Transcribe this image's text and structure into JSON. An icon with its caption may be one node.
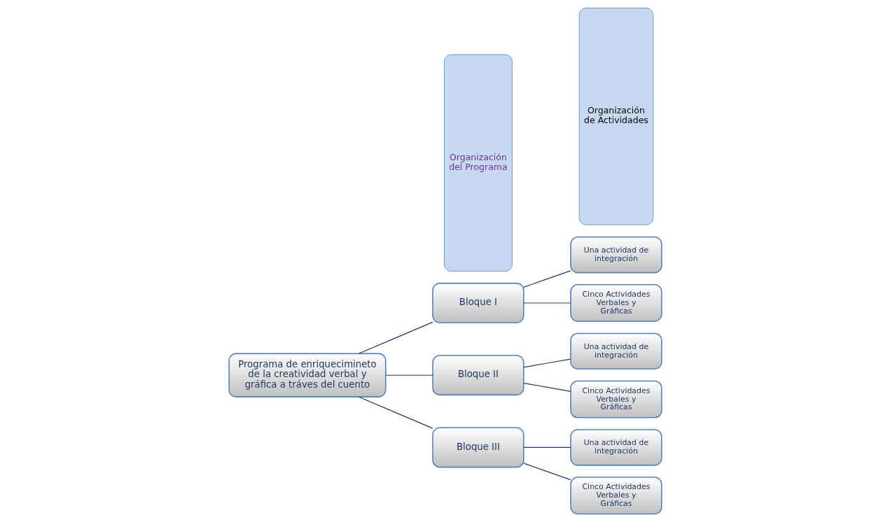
{
  "diagram": {
    "nodes": [
      {
        "text": [
          "Programa de enriquecimineto de la creatividad verbal y gráfica a tráves del cuento"
        ]
      },
      {
        "text": [
          "Organización del Programa"
        ]
      },
      {
        "text": [
          "Bloque I"
        ]
      },
      {
        "text": [
          "Bloque II"
        ]
      },
      {
        "text": [
          "Bloque III"
        ]
      },
      {
        "text": [
          "Organización de Actividades"
        ]
      },
      {
        "text": [
          "Una actividad de integración"
        ]
      },
      {
        "text": [
          "Cinco Actividades Verbales y Gráficas"
        ]
      },
      {
        "text": [
          "Una actividad de integración"
        ]
      },
      {
        "text": [
          "Cinco Actividades Verbales y Gráficas"
        ]
      },
      {
        "text": [
          "Una actividad de integración"
        ]
      },
      {
        "text": [
          "Cinco Actividades Verbales y Gráficas"
        ]
      }
    ],
    "edges": [
      {
        "from": 0,
        "to": 2,
        "arrow": "none"
      },
      {
        "from": 0,
        "to": 3,
        "arrow": "none"
      },
      {
        "from": 0,
        "to": 4,
        "arrow": "none"
      },
      {
        "from": 2,
        "to": 6,
        "arrow": "none"
      },
      {
        "from": 2,
        "to": 7,
        "arrow": "none"
      },
      {
        "from": 3,
        "to": 8,
        "arrow": "none"
      },
      {
        "from": 3,
        "to": 9,
        "arrow": "none"
      },
      {
        "from": 4,
        "to": 10,
        "arrow": "none"
      },
      {
        "from": 4,
        "to": 11,
        "arrow": "none"
      }
    ]
  }
}
